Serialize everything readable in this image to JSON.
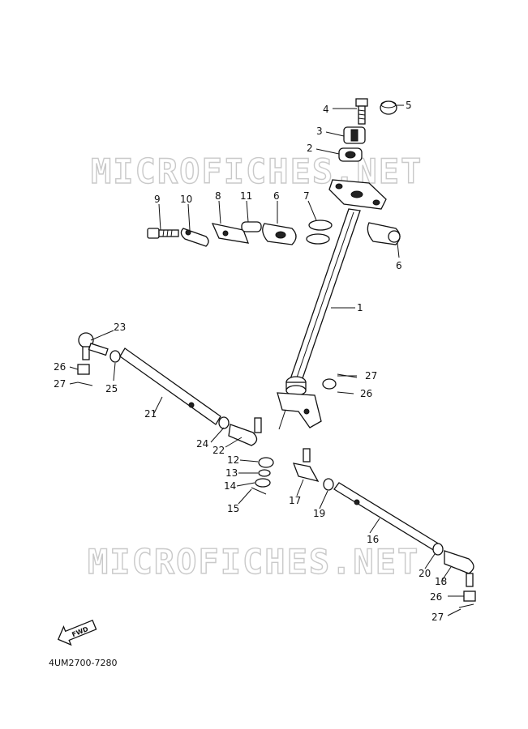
{
  "watermark": "MICROFICHES.NET",
  "diagram_code": "4UM2700-7280",
  "fwd_label": "FWD",
  "callouts": [
    {
      "id": "c4",
      "text": "4"
    },
    {
      "id": "c5",
      "text": "5"
    },
    {
      "id": "c3",
      "text": "3"
    },
    {
      "id": "c2",
      "text": "2"
    },
    {
      "id": "c9",
      "text": "9"
    },
    {
      "id": "c10",
      "text": "10"
    },
    {
      "id": "c8",
      "text": "8"
    },
    {
      "id": "c11",
      "text": "11"
    },
    {
      "id": "c6a",
      "text": "6"
    },
    {
      "id": "c7",
      "text": "7"
    },
    {
      "id": "c6b",
      "text": "6"
    },
    {
      "id": "c1",
      "text": "1"
    },
    {
      "id": "c23",
      "text": "23"
    },
    {
      "id": "c26a",
      "text": "26"
    },
    {
      "id": "c27a",
      "text": "27"
    },
    {
      "id": "c25",
      "text": "25"
    },
    {
      "id": "c21",
      "text": "21"
    },
    {
      "id": "c27b",
      "text": "27"
    },
    {
      "id": "c26b",
      "text": "26"
    },
    {
      "id": "c24",
      "text": "24"
    },
    {
      "id": "c22",
      "text": "22"
    },
    {
      "id": "c12",
      "text": "12"
    },
    {
      "id": "c13",
      "text": "13"
    },
    {
      "id": "c14",
      "text": "14"
    },
    {
      "id": "c15",
      "text": "15"
    },
    {
      "id": "c17",
      "text": "17"
    },
    {
      "id": "c19",
      "text": "19"
    },
    {
      "id": "c16",
      "text": "16"
    },
    {
      "id": "c20",
      "text": "20"
    },
    {
      "id": "c18",
      "text": "18"
    },
    {
      "id": "c26c",
      "text": "26"
    },
    {
      "id": "c27c",
      "text": "27"
    }
  ]
}
